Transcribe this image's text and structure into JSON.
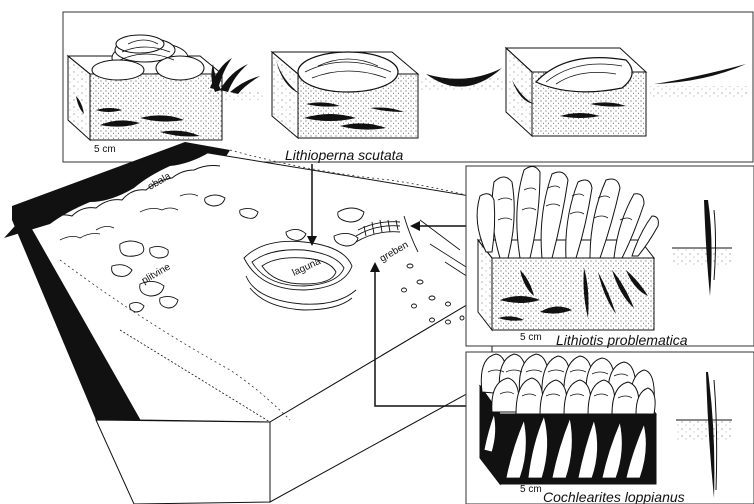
{
  "labels": {
    "obala": "obala",
    "plitvine": "plitvine",
    "laguna": "laguna",
    "greben": "greben"
  },
  "species": {
    "lithioperna": "Lithioperna scutata",
    "lithiotis": "Lithiotis problematica",
    "cochlearites": "Cochlearites loppianus"
  },
  "scale_bars": {
    "top": "5 cm",
    "right_mid": "5 cm",
    "right_bottom": "5 cm"
  },
  "colors": {
    "ink": "#111111",
    "paper": "#ffffff"
  }
}
